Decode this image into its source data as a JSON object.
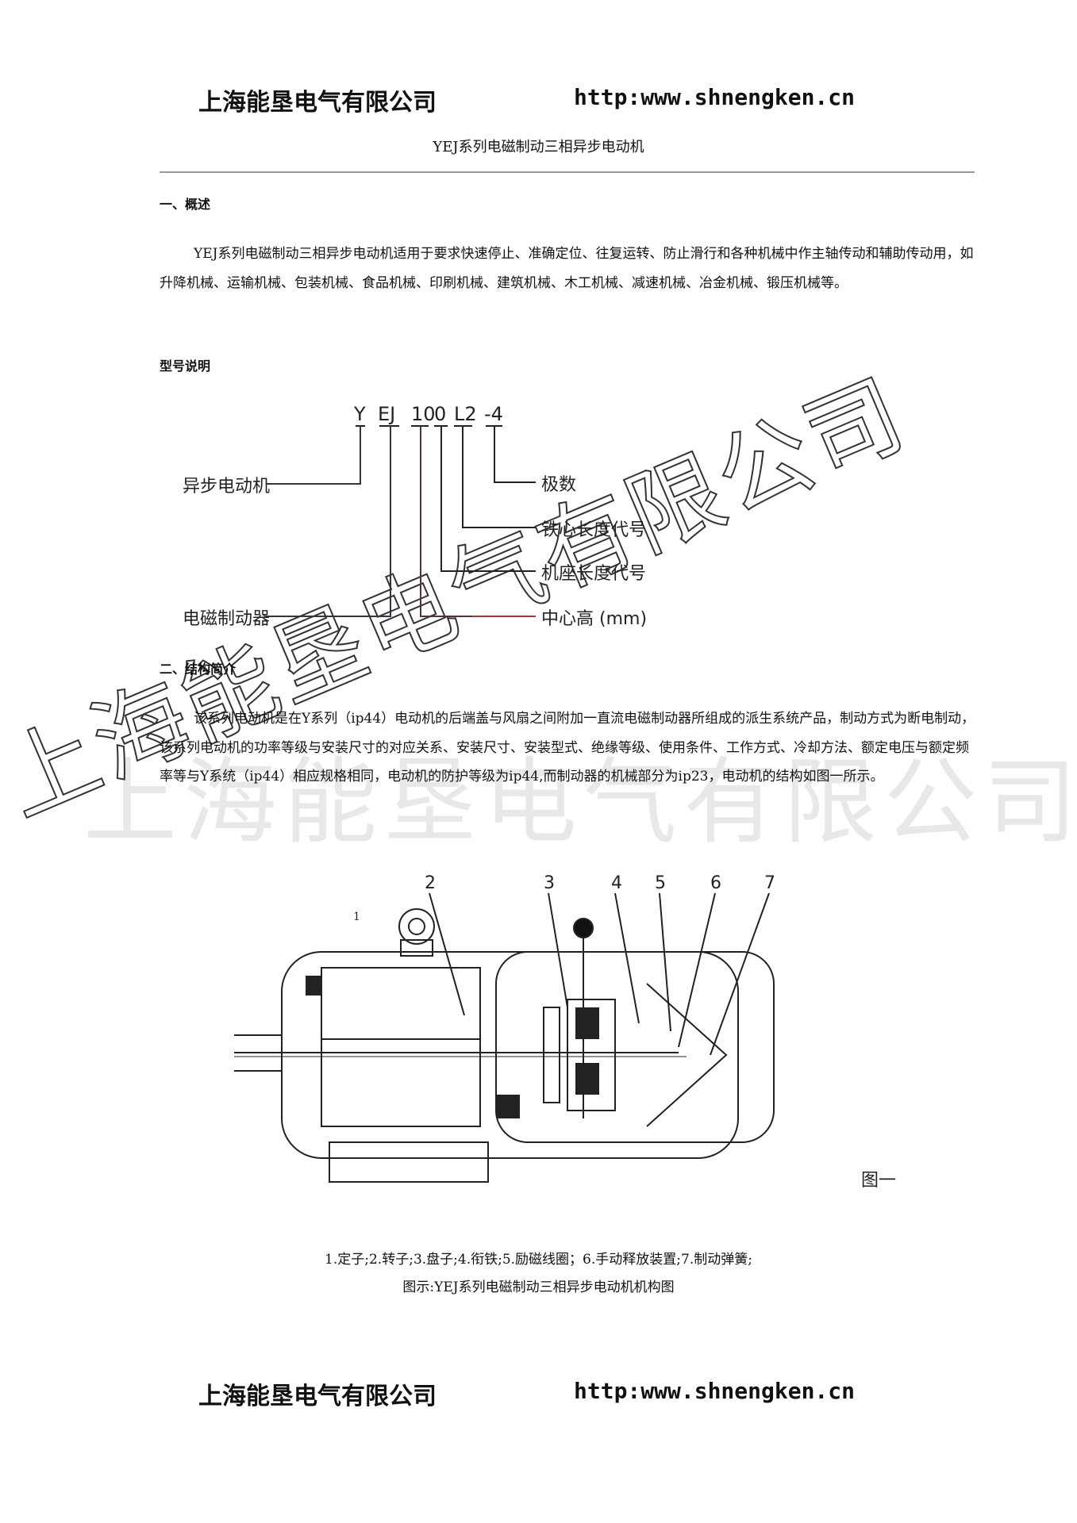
{
  "header": {
    "company": "上海能垦电气有限公司",
    "url": "http:www.shnengken.cn"
  },
  "subtitle": "YEJ系列电磁制动三相异步电动机",
  "section1": {
    "title": "一、概述",
    "paragraph": "YEJ系列电磁制动三相异步电动机适用于要求快速停止、准确定位、往复运转、防止滑行和各种机械中作主轴传动和辅助传动用，如升降机械、运输机械、包装机械、食品机械、印刷机械、建筑机械、木工机械、减速机械、冶金机械、锻压机械等。"
  },
  "model": {
    "title": "型号说明",
    "code_parts": [
      "Y",
      "EJ",
      "10",
      "0",
      "L2",
      "-4"
    ],
    "labels_left": [
      "异步电动机",
      "电磁制动器"
    ],
    "labels_right": [
      "极数",
      "铁心长度代号",
      "机座长度代号",
      "中心高 (mm)"
    ]
  },
  "section2": {
    "title": "二、结构简介",
    "paragraph": "该系列电动机是在Y系列（ip44）电动机的后端盖与风扇之间附加一直流电磁制动器所组成的派生系统产品，制动方式为断电制动，该系列电动机的功率等级与安装尺寸的对应关系、安装尺寸、安装型式、绝缘等级、使用条件、工作方式、冷却方法、额定电压与额定频率等与Y系统（ip44）相应规格相同，电动机的防护等级为ip44,而制动器的机械部分为ip23，电动机的结构如图一所示。"
  },
  "figure": {
    "callouts": [
      "1",
      "2",
      "3",
      "4",
      "5",
      "6",
      "7"
    ],
    "label": "图一",
    "caption_line1": "1.定子;2.转子;3.盘子;4.衔铁;5.励磁线圈；6.手动释放装置;7.制动弹簧;",
    "caption_line2": "图示:YEJ系列电磁制动三相异步电动机机构图"
  },
  "footer": {
    "company": "上海能垦电气有限公司",
    "url": "http:www.shnengken.cn"
  },
  "watermark": {
    "text": "上海能垦电气有限公司"
  }
}
